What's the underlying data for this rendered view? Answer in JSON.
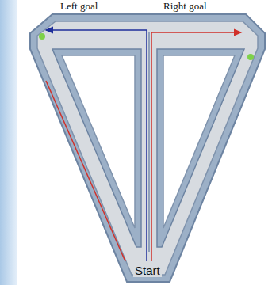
{
  "diagram": {
    "labels": [
      "Left goal",
      "Right goal",
      "Start"
    ]
  }
}
